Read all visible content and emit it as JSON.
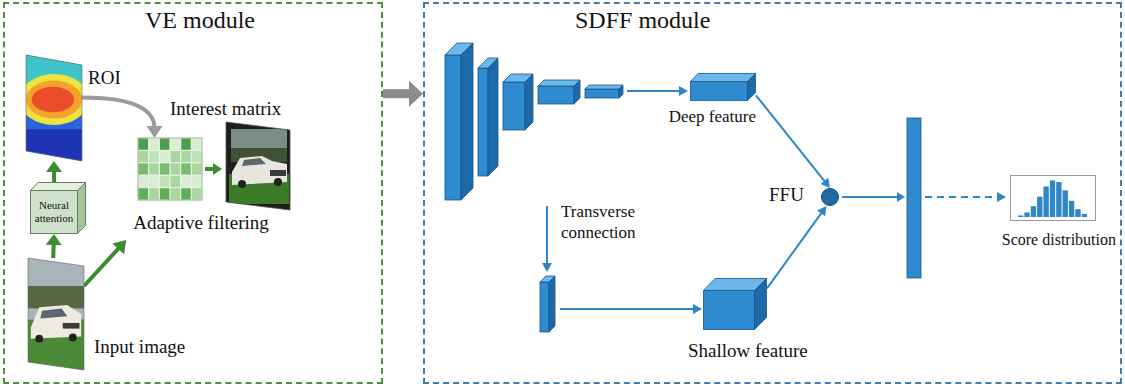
{
  "diagram": {
    "nodes": [
      {
        "text": [
          "VE module"
        ]
      },
      {
        "text": [
          "ROI"
        ],
        "in": 0
      },
      {
        "text": [
          "Neural attention"
        ],
        "in": 0
      },
      {
        "text": [
          "Adaptive filtering"
        ],
        "in": 0
      },
      {
        "text": [
          "Input image"
        ],
        "in": 0
      },
      {
        "text": [
          "SDFF module"
        ]
      },
      {
        "text": [
          "Deep feature"
        ],
        "in": 5
      },
      {
        "text": [
          "FFU"
        ],
        "in": 5
      },
      {
        "text": [
          "Shallow feature"
        ],
        "in": 5
      },
      {
        "text": [
          "Score distribution"
        ],
        "in": 5
      }
    ],
    "edges": [
      {
        "from": 4,
        "to": 2,
        "arrow": "to"
      },
      {
        "from": 2,
        "to": 1,
        "arrow": "to"
      },
      {
        "from": 1,
        "to": 3,
        "label": "Interest matrix",
        "arrow": "to"
      },
      {
        "from": 4,
        "to": 3,
        "arrow": "to"
      },
      {
        "from": 0,
        "to": 5,
        "arrow": "to"
      },
      {
        "from": 6,
        "to": 7,
        "arrow": "to"
      },
      {
        "from": 8,
        "to": 7,
        "arrow": "to"
      }
    ],
    "labels": [
      "Transverse connection"
    ]
  }
}
